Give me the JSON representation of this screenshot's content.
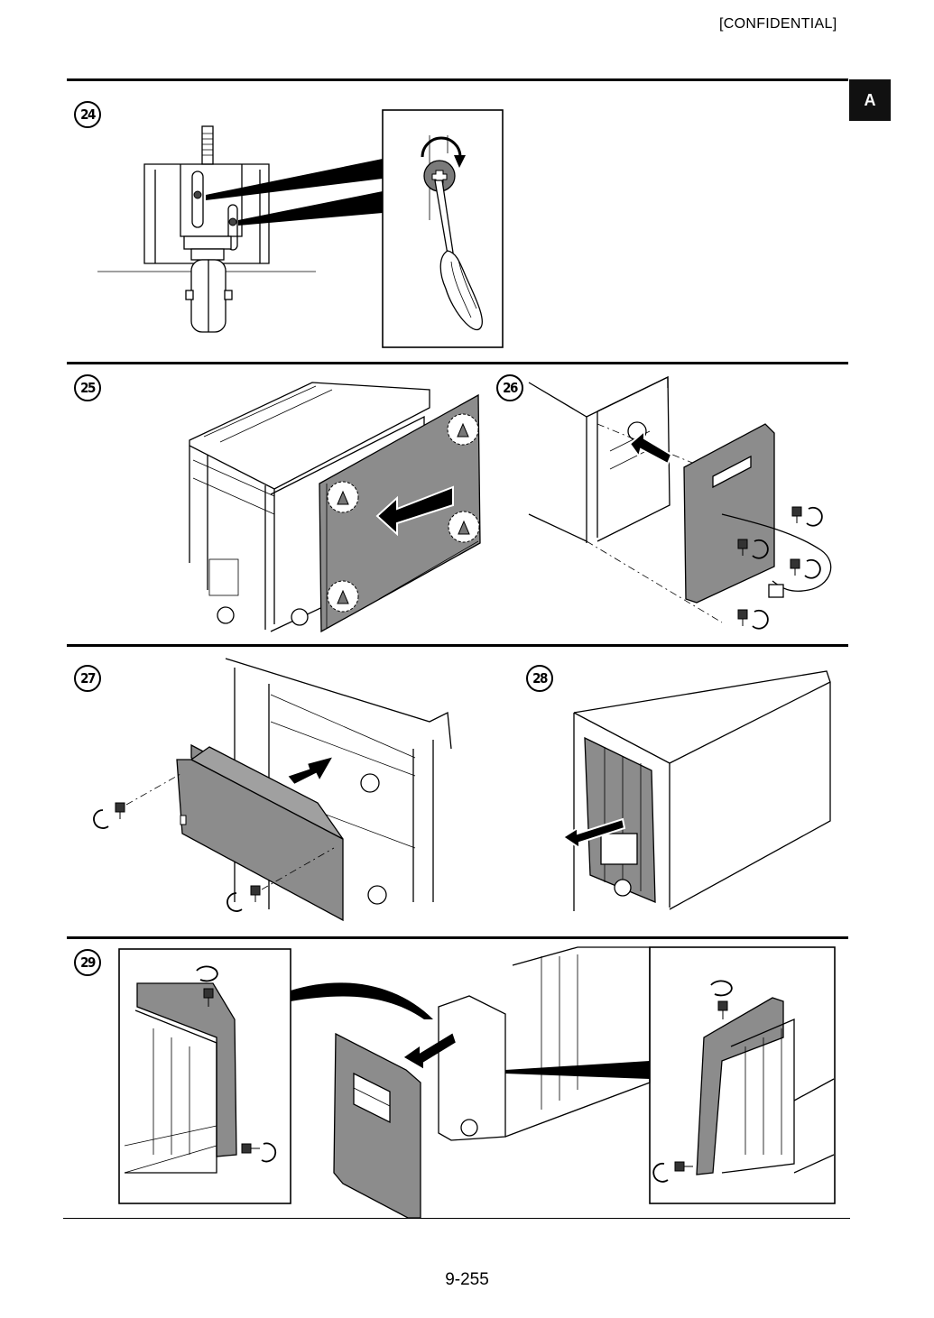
{
  "header": {
    "label": "[CONFIDENTIAL]"
  },
  "section_tab": {
    "label": "A"
  },
  "steps": [
    {
      "number": "24"
    },
    {
      "number": "25"
    },
    {
      "number": "26"
    },
    {
      "number": "27"
    },
    {
      "number": "28"
    },
    {
      "number": "29"
    }
  ],
  "footer": {
    "page_number": "9-255"
  }
}
